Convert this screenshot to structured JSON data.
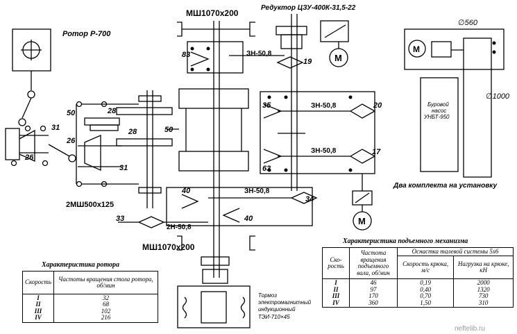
{
  "labels": {
    "rotor": "Ротор Р-700",
    "reducer": "Редуктор ЦЗУ-400К-31,5-22",
    "coupling_top": "МШ1070х200",
    "coupling_bottom": "МШ1070х200",
    "coupling_small": "2МШ500х125",
    "d560": "∅560",
    "d1000": "∅1000",
    "pump_line1": "Буровой",
    "pump_line2": "насос",
    "pump_line3": "УНБТ-950",
    "two_sets": "Два комплекта на установку",
    "brake_line1": "Тормоз",
    "brake_line2": "электромагнитный",
    "brake_line3": "индукционный",
    "brake_line4": "ТЭИ-710×45",
    "chain_1": "ЗН-50,8",
    "chain_2": "ЗН-50,8",
    "chain_3": "ЗН-50,8",
    "chain_4": "ЗН-50,8",
    "chain_5": "2Н-50,8",
    "motor": "М",
    "n_83": "83",
    "n_19": "19",
    "n_35": "35",
    "n_20": "20",
    "n_17": "17",
    "n_63": "63",
    "n_28a": "28",
    "n_28b": "28",
    "n_50a": "50",
    "n_50b": "50",
    "n_31a": "31",
    "n_31b": "31",
    "n_26a": "26",
    "n_26b": "26",
    "n_40a": "40",
    "n_40b": "40",
    "n_34": "34",
    "n_33": "33",
    "watermark": "neftelib.ru"
  },
  "rotor_table": {
    "title": "Характеристика ротора",
    "col1": "Скорость",
    "col2": "Частоты вращения стола ротора, об/мин",
    "speeds": "I\nII\nIII\nIV",
    "rpm": "32\n68\n102\n216"
  },
  "hoist_table": {
    "title": "Характеристика подъемного механизма",
    "col1": "Ско-рость",
    "col2": "Частота вращения подъемного вала, об/мин",
    "group": "Оснастка талевой системы 5х6",
    "col3": "Скорость крюка, м/с",
    "col4": "Нагрузка на крюке, кН",
    "speeds": "I\nII\nIII\nIV",
    "rpm": "46\n97\n170\n360",
    "hook_speed": "0,19\n0,40\n0,70\n1,50",
    "load": "2000\n1320\n730\n310"
  }
}
